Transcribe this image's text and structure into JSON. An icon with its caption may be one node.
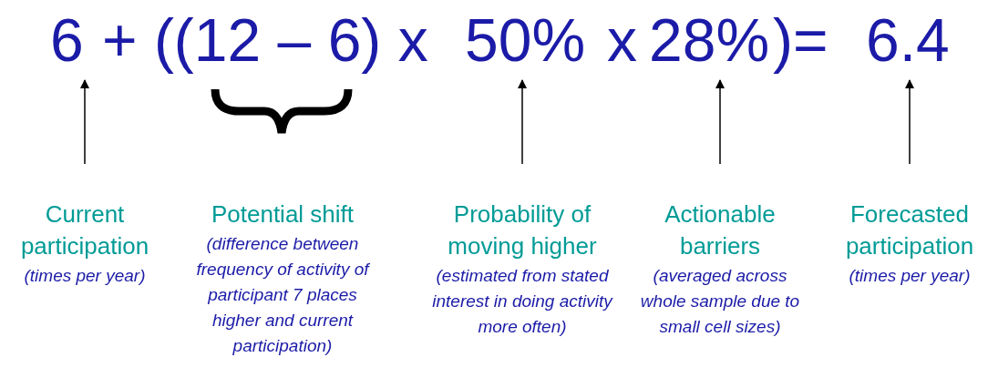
{
  "diagram": {
    "nodes": [
      {
        "text": [
          "6"
        ]
      },
      {
        "text": [
          "50%"
        ]
      },
      {
        "text": [
          "28%"
        ]
      },
      {
        "text": [
          "6.4"
        ]
      },
      {
        "text": [
          "Current participation",
          "(times per year)"
        ]
      },
      {
        "text": [
          "Potential shift",
          "(difference between frequency of activity of participant 7 places higher and current participation)"
        ]
      },
      {
        "text": [
          "Probability of moving higher",
          "(estimated from stated interest in doing activity more often)"
        ]
      },
      {
        "text": [
          "Actionable barriers",
          "(averaged across whole sample due to small cell sizes)"
        ]
      },
      {
        "text": [
          "Forecasted participation",
          "(times per year)"
        ]
      }
    ],
    "edges": [
      {
        "from": 4,
        "to": 0,
        "arrow": "to"
      },
      {
        "from": 6,
        "to": 1,
        "arrow": "to"
      },
      {
        "from": 7,
        "to": 2,
        "arrow": "to"
      },
      {
        "from": 8,
        "to": 3,
        "arrow": "to"
      }
    ],
    "labels": [
      "+ ((12 – 6) x",
      "x",
      ")="
    ]
  }
}
